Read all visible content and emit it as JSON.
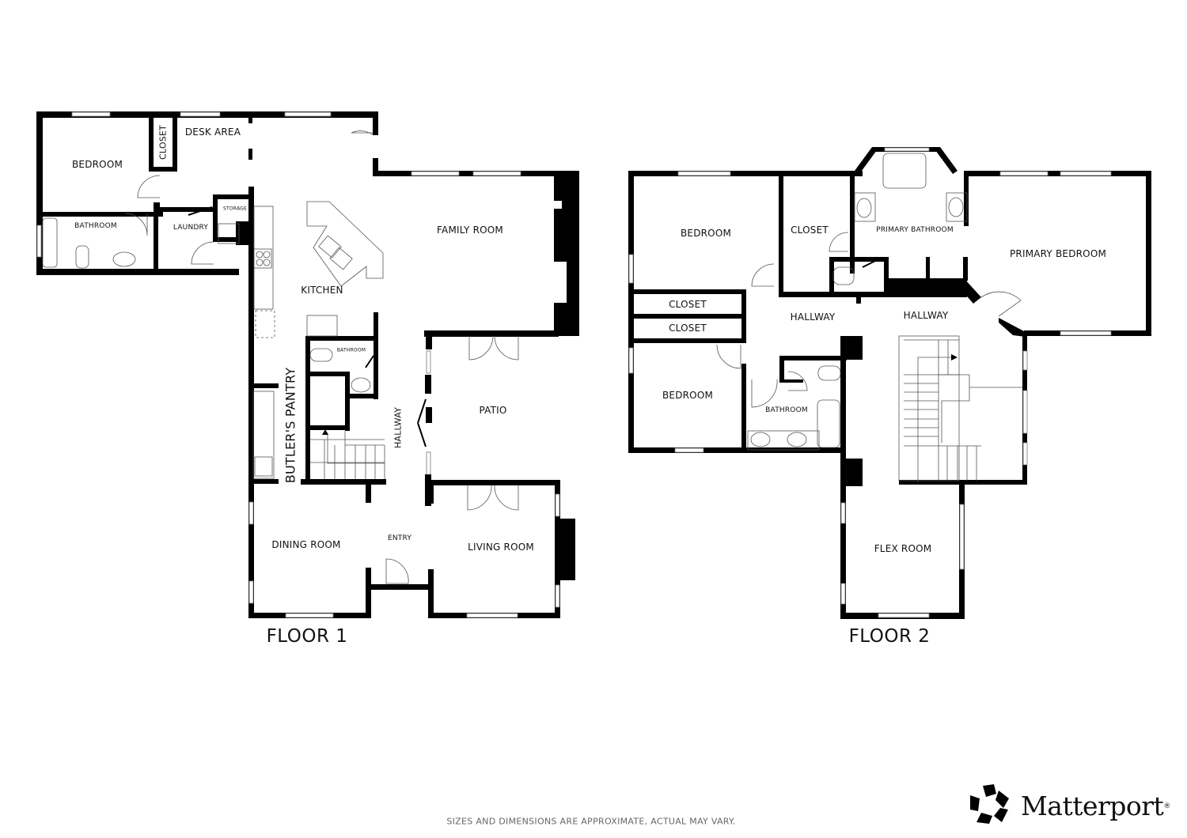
{
  "floors": [
    {
      "title": "FLOOR 1",
      "rooms": [
        {
          "name": "BEDROOM"
        },
        {
          "name": "CLOSET"
        },
        {
          "name": "DESK AREA"
        },
        {
          "name": "BATHROOM"
        },
        {
          "name": "LAUNDRY"
        },
        {
          "name": "STORAGE"
        },
        {
          "name": "FAMILY ROOM"
        },
        {
          "name": "KITCHEN"
        },
        {
          "name": "BATHROOM"
        },
        {
          "name": "BUTLER'S PANTRY"
        },
        {
          "name": "HALLWAY"
        },
        {
          "name": "PATIO"
        },
        {
          "name": "DINING ROOM"
        },
        {
          "name": "ENTRY"
        },
        {
          "name": "LIVING ROOM"
        }
      ]
    },
    {
      "title": "FLOOR 2",
      "rooms": [
        {
          "name": "BEDROOM"
        },
        {
          "name": "CLOSET"
        },
        {
          "name": "PRIMARY BATHROOM"
        },
        {
          "name": "PRIMARY BEDROOM"
        },
        {
          "name": "CLOSET"
        },
        {
          "name": "CLOSET"
        },
        {
          "name": "HALLWAY"
        },
        {
          "name": "HALLWAY"
        },
        {
          "name": "BEDROOM"
        },
        {
          "name": "BATHROOM"
        },
        {
          "name": "FLEX ROOM"
        }
      ]
    }
  ],
  "footer": {
    "disclaimer": "SIZES AND DIMENSIONS ARE APPROXIMATE, ACTUAL MAY VARY.",
    "brand": "Matterport",
    "brand_mark": "®",
    "logo_icon": "matterport-pentagon-logo"
  },
  "colors": {
    "wall": "#000000",
    "fixture": "#555555",
    "window": "#ffffff",
    "disclaimer_text": "#666666"
  }
}
